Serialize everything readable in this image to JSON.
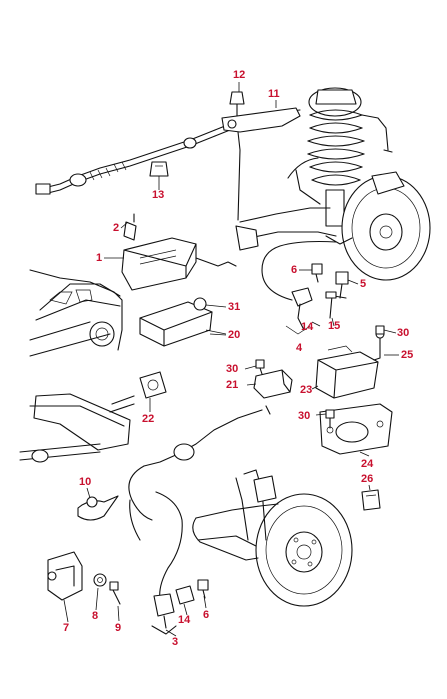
{
  "diagram": {
    "callout_color": "#c8102e",
    "callouts": [
      {
        "id": "c12",
        "text": "12"
      },
      {
        "id": "c11",
        "text": "11"
      },
      {
        "id": "c13",
        "text": "13"
      },
      {
        "id": "c2",
        "text": "2"
      },
      {
        "id": "c1",
        "text": "1"
      },
      {
        "id": "c6a",
        "text": "6"
      },
      {
        "id": "c5",
        "text": "5"
      },
      {
        "id": "c31",
        "text": "31"
      },
      {
        "id": "c20",
        "text": "20"
      },
      {
        "id": "c14a",
        "text": "14"
      },
      {
        "id": "c15",
        "text": "15"
      },
      {
        "id": "c30a",
        "text": "30"
      },
      {
        "id": "c4",
        "text": "4"
      },
      {
        "id": "c25",
        "text": "25"
      },
      {
        "id": "c30b",
        "text": "30"
      },
      {
        "id": "c21",
        "text": "21"
      },
      {
        "id": "c23",
        "text": "23"
      },
      {
        "id": "c22",
        "text": "22"
      },
      {
        "id": "c30c",
        "text": "30"
      },
      {
        "id": "c24",
        "text": "24"
      },
      {
        "id": "c10",
        "text": "10"
      },
      {
        "id": "c26",
        "text": "26"
      },
      {
        "id": "c14b",
        "text": "14"
      },
      {
        "id": "c6b",
        "text": "6"
      },
      {
        "id": "c8",
        "text": "8"
      },
      {
        "id": "c7",
        "text": "7"
      },
      {
        "id": "c9",
        "text": "9"
      },
      {
        "id": "c3",
        "text": "3"
      }
    ]
  }
}
